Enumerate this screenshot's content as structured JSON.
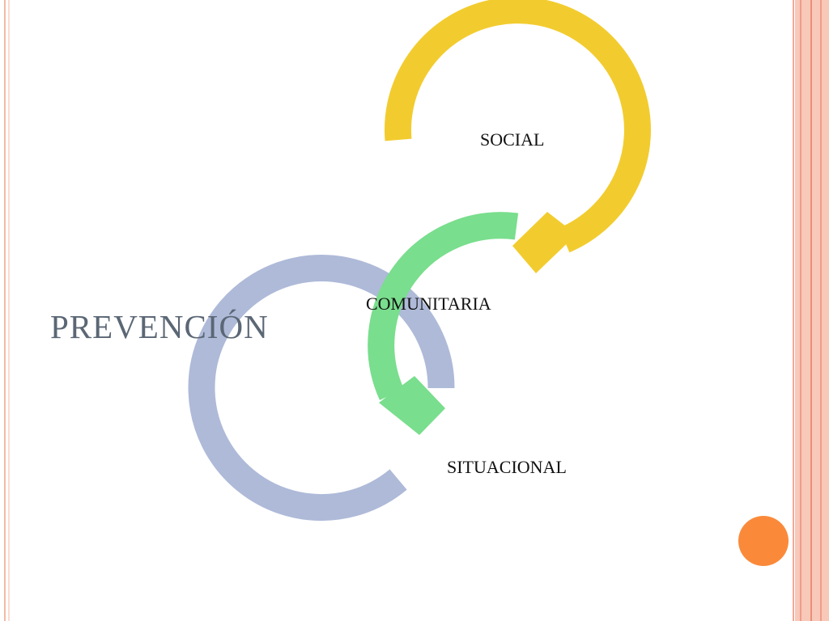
{
  "title": "PREVENCIÓN",
  "stages": [
    {
      "label": "SOCIAL",
      "color": "#F2CC2F"
    },
    {
      "label": "COMUNITARIA",
      "color": "#79DE8D"
    },
    {
      "label": "SITUACIONAL",
      "color": "#AEBAD8"
    }
  ],
  "colors": {
    "title_text": "#5B6775",
    "label_text": "#111111",
    "left_border": "#F5B9A6",
    "right_border_strip": "#F8C8B8",
    "right_border_lines": "#E9907A",
    "accent_dot": "#FA8A3A"
  }
}
